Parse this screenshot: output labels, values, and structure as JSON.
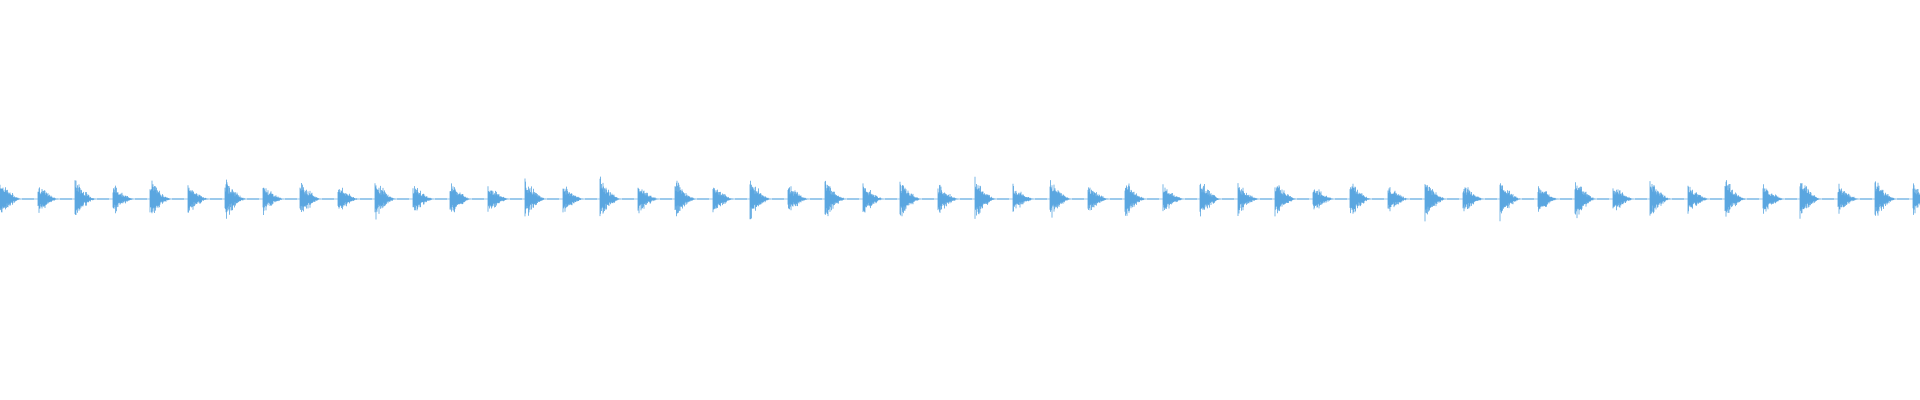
{
  "waveform": {
    "color": "#5aa6e0",
    "background": "#ffffff",
    "beat_count": 26,
    "hits_per_beat": 2,
    "hit_amplitudes": [
      1.0,
      0.75
    ]
  }
}
